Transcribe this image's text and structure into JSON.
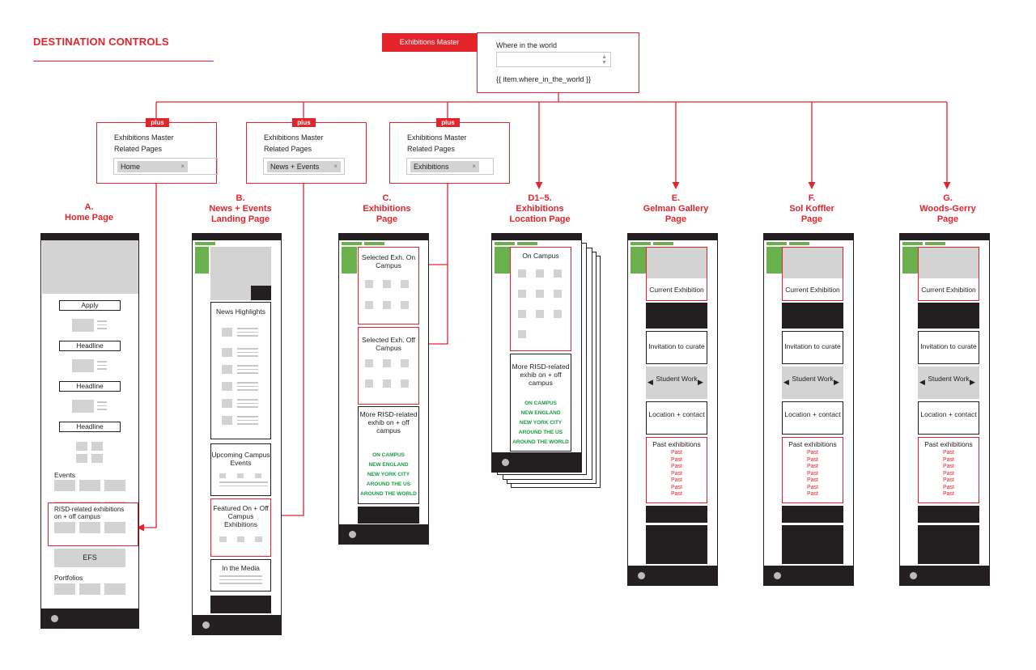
{
  "title": "DESTINATION CONTROLS",
  "master": {
    "tag": "Exhibitions Master",
    "field_label": "Where in the world",
    "template": "{{ item.where_in_the_world }}"
  },
  "plus_label": "plus",
  "related": [
    {
      "line1": "Exhibitions Master",
      "line2": "Related Pages",
      "chip": "Home"
    },
    {
      "line1": "Exhibitions Master",
      "line2": "Related Pages",
      "chip": "News + Events"
    },
    {
      "line1": "Exhibitions Master",
      "line2": "Related Pages",
      "chip": "Exhibitions"
    }
  ],
  "chip_close": "×",
  "pages": [
    {
      "letter": "A.",
      "name": "Home Page"
    },
    {
      "letter": "B.",
      "name": "News + Events",
      "name2": "Landing Page"
    },
    {
      "letter": "C.",
      "name": "Exhibitions",
      "name2": "Page"
    },
    {
      "letter": "D1–5.",
      "name": "Exhibitions",
      "name2": "Location Page"
    },
    {
      "letter": "E.",
      "name": "Gelman Gallery",
      "name2": "Page"
    },
    {
      "letter": "F.",
      "name": "Sol Koffler",
      "name2": "Page"
    },
    {
      "letter": "G.",
      "name": "Woods-Gerry",
      "name2": "Page"
    }
  ],
  "home": {
    "apply": "Apply",
    "headline": "Headline",
    "events": "Events",
    "risd_related": "RISD-related exhibitions on + off campus",
    "efs": "EFS",
    "portfolios": "Portfolios"
  },
  "news": {
    "highlights": "News Highlights",
    "upcoming": "Upcoming Campus Events",
    "featured": "Featured On + Off Campus Exhibitions",
    "media": "In the Media"
  },
  "exh": {
    "selected_on": "Selected Exh. On Campus",
    "selected_off": "Selected Exh. Off Campus",
    "more": "More RISD-related exhib on + off campus"
  },
  "loc": {
    "on_campus": "On Campus",
    "more": "More RISD-related exhib on + off campus"
  },
  "locations": [
    "ON CAMPUS",
    "NEW ENGLAND",
    "NEW YORK CITY",
    "AROUND THE US",
    "AROUND THE WORLD"
  ],
  "gallery": {
    "current": "Current Exhibition",
    "invite": "Invitation to curate",
    "student": "Student Work",
    "location": "Location + contact",
    "past_title": "Past exhibitions",
    "past_item": "Past"
  },
  "colors": {
    "accent": "#e3242b",
    "green": "#6ab04c",
    "location_text": "#1a9a45",
    "dark": "#231f20",
    "placeholder": "#d3d3d3"
  }
}
